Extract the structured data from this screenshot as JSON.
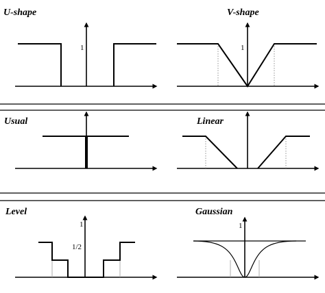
{
  "panels": {
    "u_shape": {
      "title": "U-shape",
      "tick": "1"
    },
    "v_shape": {
      "title": "V-shape",
      "tick": "1"
    },
    "usual": {
      "title": "Usual"
    },
    "linear": {
      "title": "Linear"
    },
    "level": {
      "title": "Level",
      "tick_top": "1",
      "tick_half": "1/2"
    },
    "gaussian": {
      "title": "Gaussian",
      "tick": "1"
    }
  }
}
